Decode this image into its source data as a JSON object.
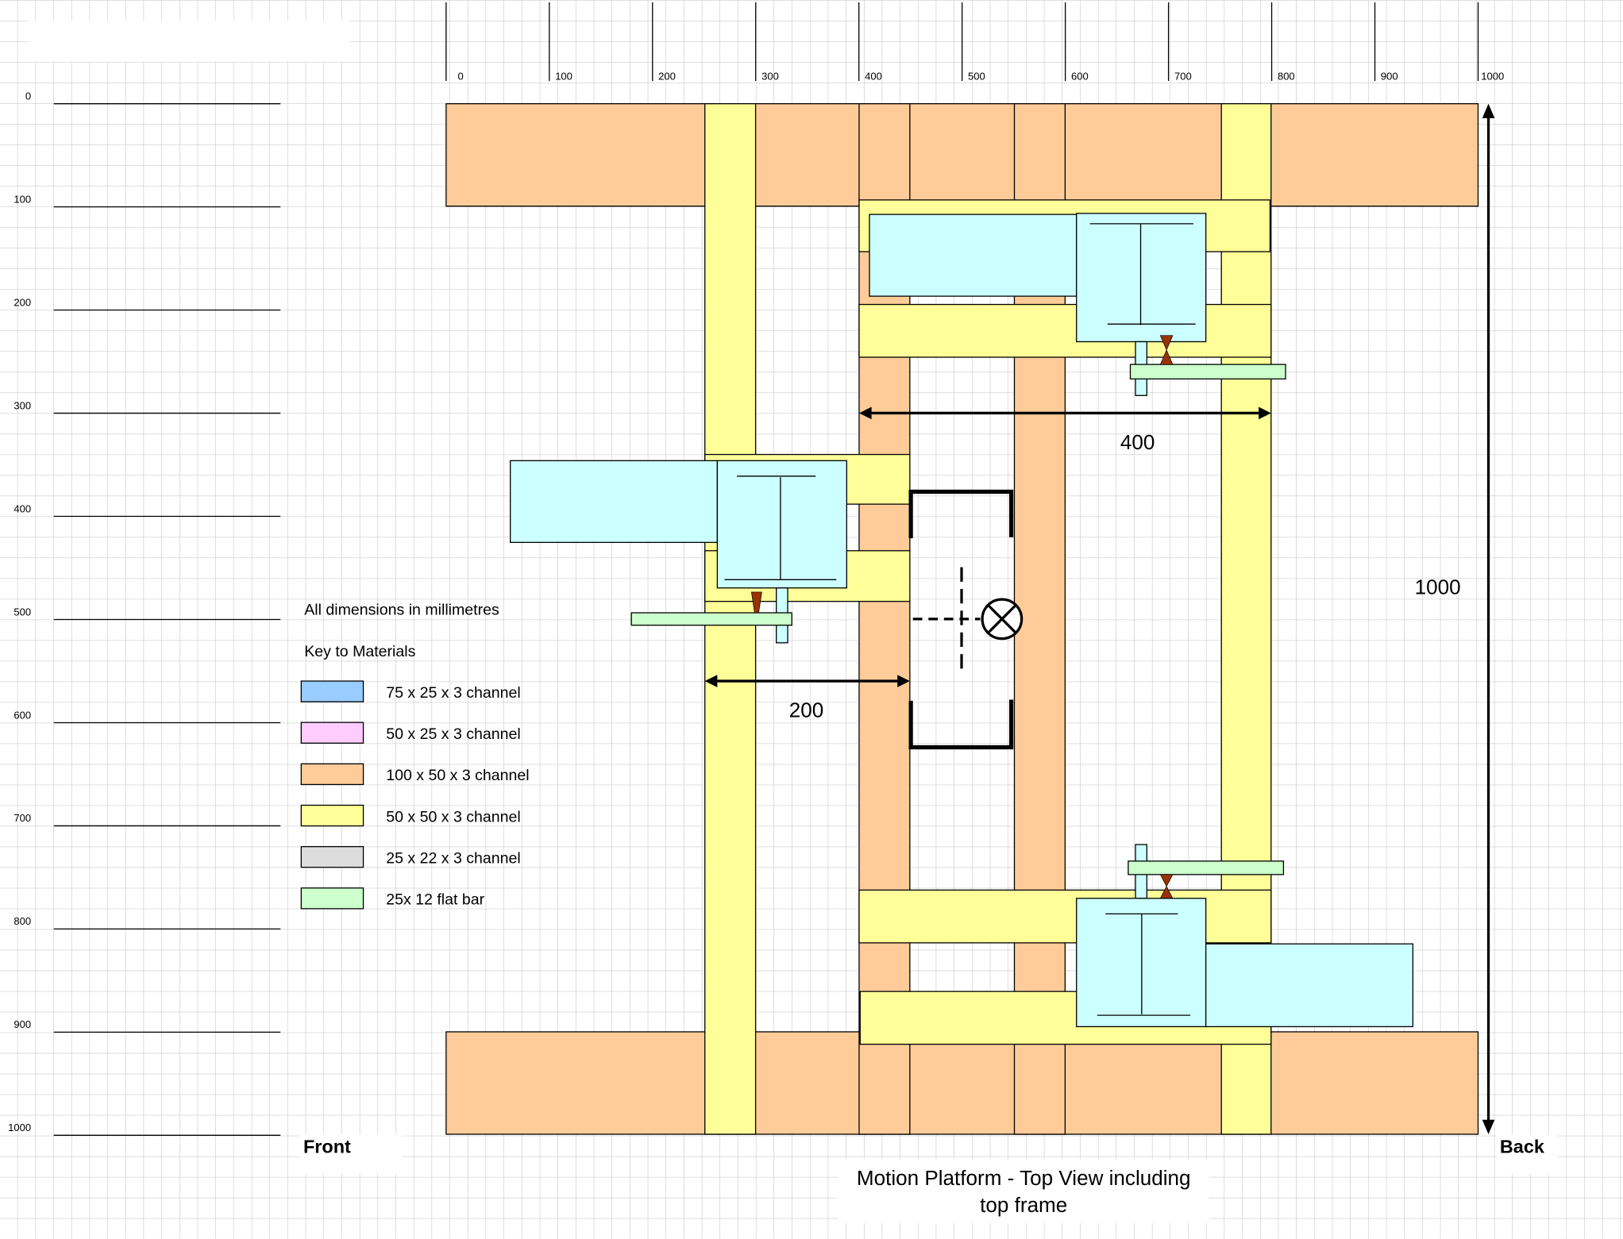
{
  "drawing": {
    "title_line1": "Motion Platform - Top View including",
    "title_line2": "top frame",
    "front_label": "Front",
    "back_label": "Back",
    "units_note": "All dimensions in millimetres",
    "key_heading": "Key to Materials"
  },
  "rulers": {
    "top_ticks": [
      "0",
      "100",
      "200",
      "300",
      "400",
      "500",
      "600",
      "700",
      "800",
      "900",
      "1000"
    ],
    "left_ticks": [
      "0",
      "100",
      "200",
      "300",
      "400",
      "500",
      "600",
      "700",
      "800",
      "900",
      "1000"
    ]
  },
  "dimensions": {
    "span_400": "400",
    "span_200": "200",
    "span_1000": "1000"
  },
  "materials": [
    {
      "label": "75 x 25 x 3 channel",
      "color": "#99CCFF"
    },
    {
      "label": "50 x 25 x 3 channel",
      "color": "#FFCCFF"
    },
    {
      "label": "100 x 50 x 3 channel",
      "color": "#FFCC99"
    },
    {
      "label": "50 x 50 x 3 channel",
      "color": "#FFFF99"
    },
    {
      "label": "25 x 22 x 3 channel",
      "color": "#DDDDDD"
    },
    {
      "label": "25x 12 flat bar",
      "color": "#CCFFCC"
    }
  ],
  "colors": {
    "motor": "#CCFFFF",
    "coupling": "#993300",
    "grid": "#C0C0C0"
  }
}
